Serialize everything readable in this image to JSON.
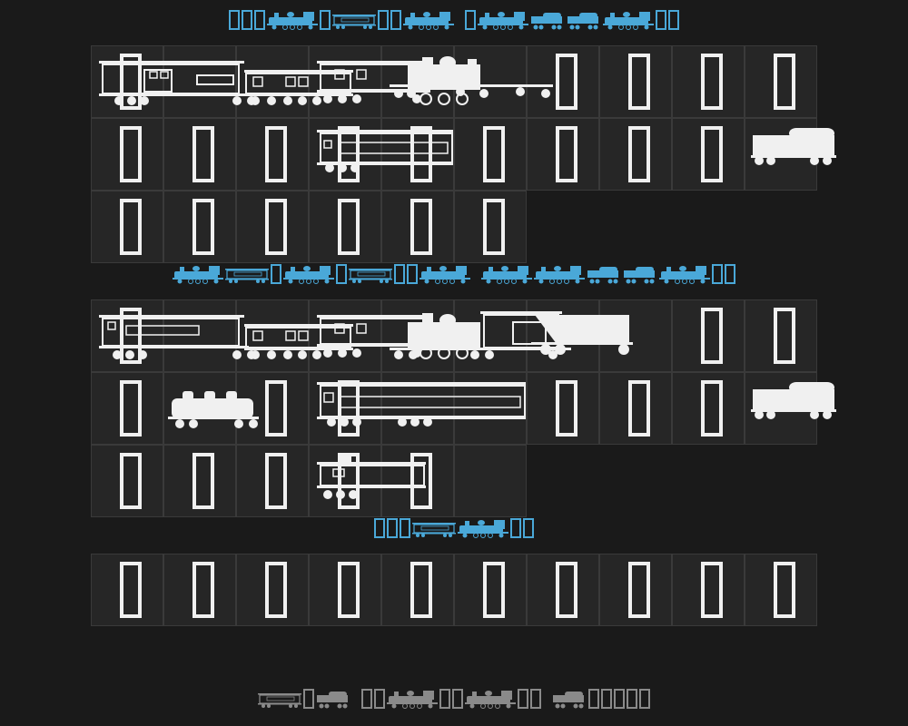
{
  "sections": [
    {
      "title_glyphs": [
        "tofu",
        "tofu",
        "tofu",
        "loco",
        "tofu",
        "passenger",
        "tofu",
        "tofu",
        "loco",
        "space",
        "tofu",
        "loco",
        "tender",
        "tender",
        "loco",
        "tofu",
        "tofu"
      ],
      "cells": [
        {
          "glyph": "caboose"
        },
        {
          "glyph": "none"
        },
        {
          "glyph": "passenger-short"
        },
        {
          "glyph": "coach"
        },
        {
          "glyph": "steam-loco"
        },
        {
          "glyph": "rail"
        },
        {
          "glyph": "tofu"
        },
        {
          "glyph": "tofu"
        },
        {
          "glyph": "tofu"
        },
        {
          "glyph": "tofu"
        },
        {
          "glyph": "tofu"
        },
        {
          "glyph": "tofu"
        },
        {
          "glyph": "tofu"
        },
        {
          "glyph": "long-coach"
        },
        {
          "glyph": "tofu"
        },
        {
          "glyph": "tofu"
        },
        {
          "glyph": "tofu"
        },
        {
          "glyph": "tofu"
        },
        {
          "glyph": "tofu"
        },
        {
          "glyph": "tender"
        },
        {
          "glyph": "tofu"
        },
        {
          "glyph": "tofu"
        },
        {
          "glyph": "tofu"
        },
        {
          "glyph": "tofu"
        },
        {
          "glyph": "tofu"
        },
        {
          "glyph": "tofu"
        }
      ]
    },
    {
      "title_glyphs": [
        "loco",
        "passenger",
        "tofu",
        "loco",
        "tofu",
        "passenger",
        "tofu",
        "tofu",
        "loco",
        "space",
        "loco",
        "loco",
        "tender",
        "tender",
        "loco",
        "tofu",
        "tofu"
      ],
      "cells": [
        {
          "glyph": "caboose-long"
        },
        {
          "glyph": "none"
        },
        {
          "glyph": "passenger-short"
        },
        {
          "glyph": "coach"
        },
        {
          "glyph": "steam-loco-boxcar"
        },
        {
          "glyph": "none"
        },
        {
          "glyph": "hopper"
        },
        {
          "glyph": "none"
        },
        {
          "glyph": "tofu"
        },
        {
          "glyph": "tofu"
        },
        {
          "glyph": "tofu"
        },
        {
          "glyph": "steam-small"
        },
        {
          "glyph": "tofu"
        },
        {
          "glyph": "long-coach-tofu"
        },
        {
          "glyph": "none"
        },
        {
          "glyph": "none"
        },
        {
          "glyph": "tofu"
        },
        {
          "glyph": "tofu"
        },
        {
          "glyph": "tofu"
        },
        {
          "glyph": "tender"
        },
        {
          "glyph": "tofu"
        },
        {
          "glyph": "tofu"
        },
        {
          "glyph": "tofu"
        },
        {
          "glyph": "caboose-small"
        },
        {
          "glyph": "tofu"
        },
        {
          "glyph": "none"
        }
      ]
    },
    {
      "title_glyphs": [
        "tofu",
        "tofu",
        "tofu",
        "passenger",
        "loco",
        "tofu",
        "tofu"
      ],
      "cells": [
        {
          "glyph": "tofu"
        },
        {
          "glyph": "tofu"
        },
        {
          "glyph": "tofu"
        },
        {
          "glyph": "tofu"
        },
        {
          "glyph": "tofu"
        },
        {
          "glyph": "tofu"
        },
        {
          "glyph": "tofu"
        },
        {
          "glyph": "tofu"
        },
        {
          "glyph": "tofu"
        },
        {
          "glyph": "tofu"
        }
      ]
    }
  ],
  "footer_glyphs": [
    "passenger",
    "tofu",
    "tender",
    "space",
    "tofu",
    "tofu",
    "loco",
    "tofu",
    "tofu",
    "loco",
    "tofu",
    "tofu",
    "space",
    "tender",
    "tofu",
    "tofu",
    "tofu",
    "tofu",
    "tofu"
  ],
  "colors": {
    "background": "#1a1a1a",
    "cell": "#262626",
    "grid_line": "#3a3a3a",
    "glyph": "#f0f0f0",
    "title": "#4aa8d8",
    "footer": "#8a8a8a"
  }
}
